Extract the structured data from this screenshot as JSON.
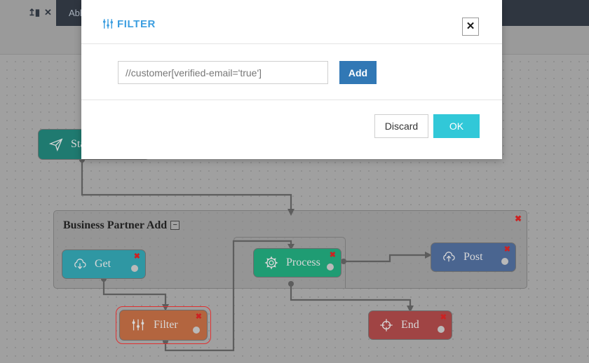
{
  "tabbar": {
    "pin_icon": "pin-tab-icon",
    "close_icon": "close-tab-icon",
    "active_tab_label": "Abh"
  },
  "canvas": {
    "group": {
      "title": "Business Partner Add",
      "collapse_label": "−",
      "delete_label": "✖"
    },
    "nodes": [
      {
        "id": "start",
        "label": "Start",
        "icon": "send-icon",
        "color": "#1f7a70",
        "delete_label": "✖"
      },
      {
        "id": "get",
        "label": "Get",
        "icon": "cloud-download-icon",
        "color": "#2f97a3",
        "delete_label": "✖"
      },
      {
        "id": "process",
        "label": "Process",
        "icon": "gear-icon",
        "color": "#1f9c73",
        "delete_label": "✖"
      },
      {
        "id": "post",
        "label": "Post",
        "icon": "cloud-upload-icon",
        "color": "#4a6590",
        "delete_label": "✖"
      },
      {
        "id": "filter",
        "label": "Filter",
        "icon": "sliders-icon",
        "color": "#b3653f",
        "delete_label": "✖",
        "selected": true
      },
      {
        "id": "end",
        "label": "End",
        "icon": "target-icon",
        "color": "#a04444",
        "delete_label": "✖"
      }
    ]
  },
  "dialog": {
    "title": "FILTER",
    "title_icon": "sliders-icon",
    "close_label": "✕",
    "xpath": {
      "value": "//customer[verified-email='true']",
      "placeholder": "//customer[verified-email='true']"
    },
    "add_label": "Add",
    "discard_label": "Discard",
    "ok_label": "OK"
  },
  "colors": {
    "accent_blue": "#3c9ee0",
    "add_button": "#3178b5",
    "ok_button": "#31c8d8",
    "delete_red": "#cc2222",
    "selection_red": "#e03030"
  }
}
